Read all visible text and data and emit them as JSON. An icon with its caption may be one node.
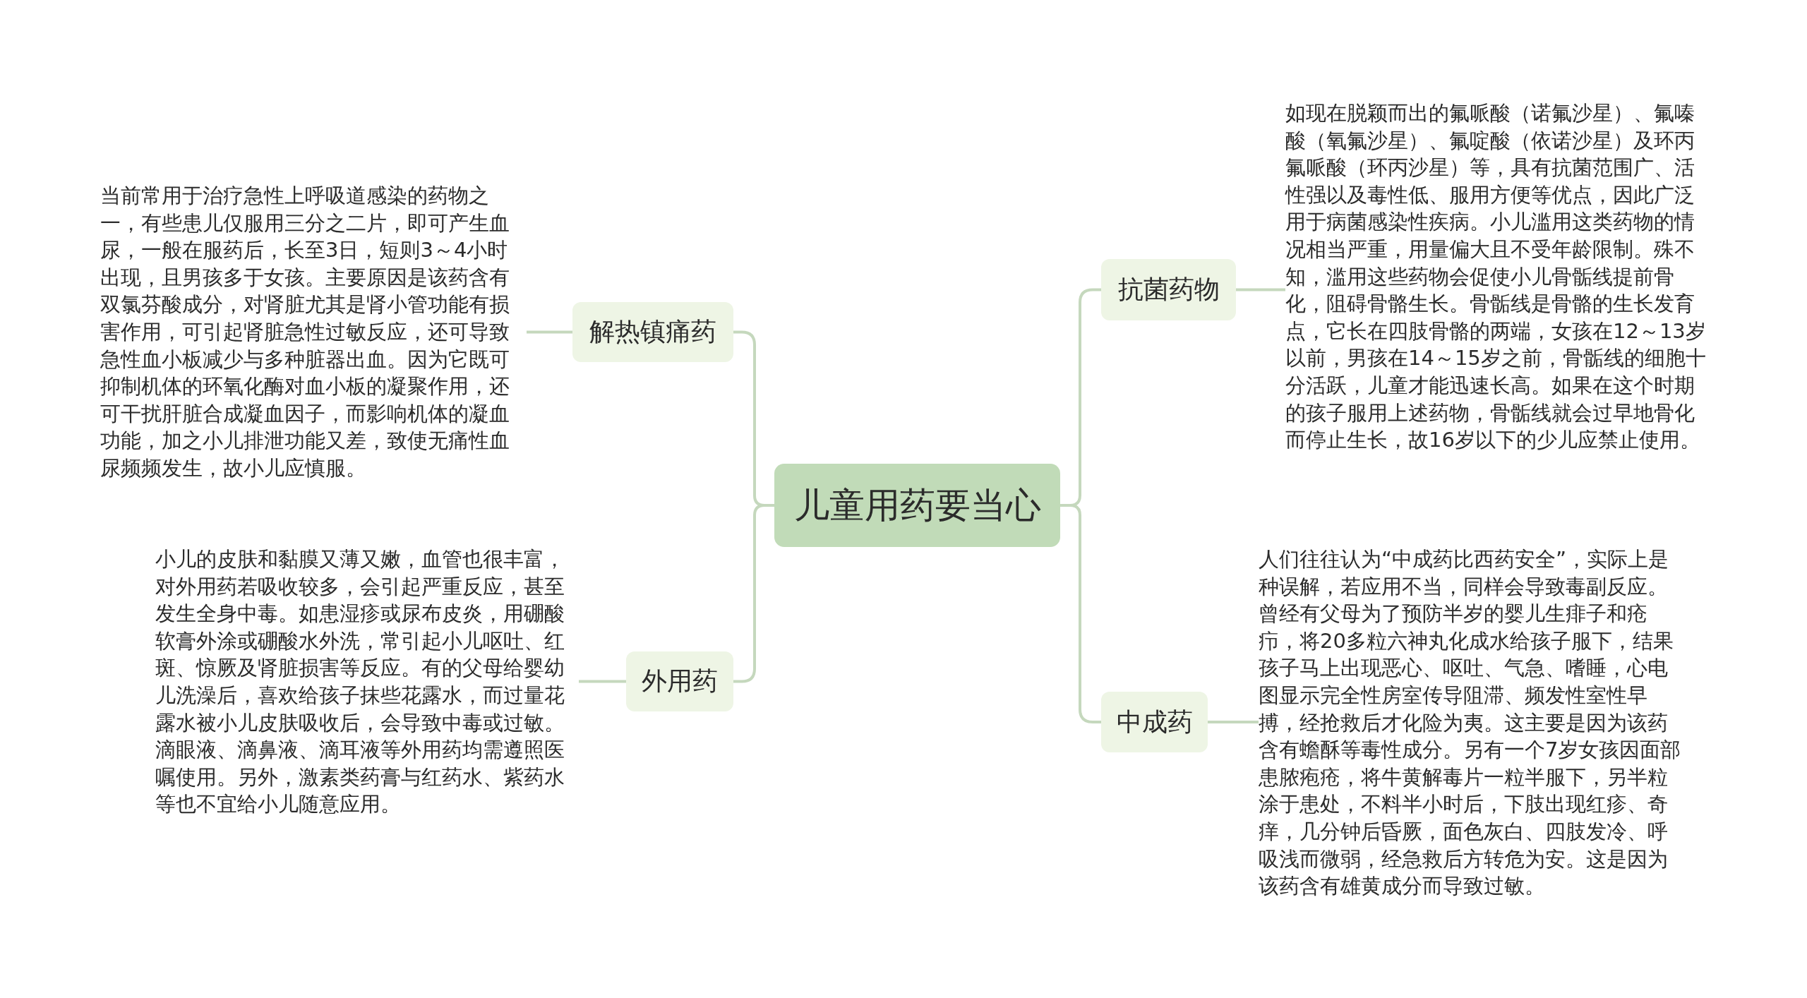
{
  "diagram": {
    "nodes": [
      {
        "text": [
          "儿童用药要当心"
        ]
      },
      {
        "text": [
          "解热镇痛药"
        ]
      },
      {
        "text": [
          "当前常用于治疗急性上呼吸道感染的药物之一，有些患儿仅服用三分之二片，即可产生血尿，一般在服药后，长至3日，短则3～4小时出现，且男孩多于女孩。主要原因是该药含有双氯芬酸成分，对肾脏尤其是肾小管功能有损害作用，可引起肾脏急性过敏反应，还可导致急性血小板减少与多种脏器出血。因为它既可抑制机体的环氧化酶对血小板的凝聚作用，还可干扰肝脏合成凝血因子，而影响机体的凝血功能，加之小儿排泄功能又差，致使无痛性血尿频频发生，故小儿应慎服。"
        ]
      },
      {
        "text": [
          "外用药"
        ]
      },
      {
        "text": [
          "小儿的皮肤和黏膜又薄又嫩，血管也很丰富，对外用药若吸收较多，会引起严重反应，甚至发生全身中毒。如患湿疹或尿布皮炎，用硼酸软膏外涂或硼酸水外洗，常引起小儿呕吐、红斑、惊厥及肾脏损害等反应。有的父母给婴幼儿洗澡后，喜欢给孩子抹些花露水，而过量花露水被小儿皮肤吸收后，会导致中毒或过敏。滴眼液、滴鼻液、滴耳液等外用药均需遵照医嘱使用。另外，激素类药膏与红药水、紫药水等也不宜给小儿随意应用。"
        ]
      },
      {
        "text": [
          "抗菌药物"
        ]
      },
      {
        "text": [
          "如现在脱颖而出的氟哌酸（诺氟沙星）、氟嗪酸（氧氟沙星）、氟啶酸（依诺沙星）及环丙氟哌酸（环丙沙星）等，具有抗菌范围广、活性强以及毒性低、服用方便等优点，因此广泛用于病菌感染性疾病。小儿滥用这类药物的情况相当严重，用量偏大且不受年龄限制。殊不知，滥用这些药物会促使小儿骨骺线提前骨化，阻碍骨骼生长。骨骺线是骨骼的生长发育点，它长在四肢骨骼的两端，女孩在12～13岁以前，男孩在14～15岁之前，骨骺线的细胞十分活跃，儿童才能迅速长高。如果在这个时期的孩子服用上述药物，骨骺线就会过早地骨化而停止生长，故16岁以下的少儿应禁止使用。"
        ]
      },
      {
        "text": [
          "中成药"
        ]
      },
      {
        "text": [
          "人们往往认为“中成药比西药安全”，实际上是种误解，若应用不当，同样会导致毒副反应。曾经有父母为了预防半岁的婴儿生痱子和疮疖，将20多粒六神丸化成水给孩子服下，结果孩子马上出现恶心、呕吐、气急、嗜睡，心电图显示完全性房室传导阻滞、频发性室性早搏，经抢救后才化险为夷。这主要是因为该药含有蟾酥等毒性成分。另有一个7岁女孩因面部患脓疱疮，将牛黄解毒片一粒半服下，另半粒涂于患处，不料半小时后，下肢出现红疹、奇痒，几分钟后昏厥，面色灰白、四肢发冷、呼吸浅而微弱，经急救后方转危为安。这是因为该药含有雄黄成分而导致过敏。"
        ]
      }
    ],
    "edges": [
      {
        "from": 0,
        "to": 1,
        "arrow": "none"
      },
      {
        "from": 1,
        "to": 2,
        "arrow": "none"
      },
      {
        "from": 0,
        "to": 3,
        "arrow": "none"
      },
      {
        "from": 3,
        "to": 4,
        "arrow": "none"
      },
      {
        "from": 0,
        "to": 5,
        "arrow": "none"
      },
      {
        "from": 5,
        "to": 6,
        "arrow": "none"
      },
      {
        "from": 0,
        "to": 7,
        "arrow": "none"
      },
      {
        "from": 7,
        "to": 8,
        "arrow": "none"
      }
    ]
  }
}
